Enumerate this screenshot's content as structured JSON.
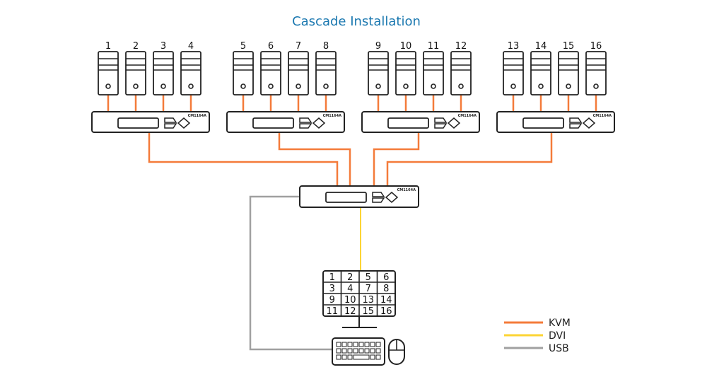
{
  "title": "Cascade Installation",
  "colors": {
    "kvm": "#f47b3a",
    "dvi": "#fcd434",
    "usb": "#a0a0a0",
    "title": "#1b78b0"
  },
  "switch_model": "CM1164A",
  "switch_groups": [
    {
      "computers": [
        "1",
        "2",
        "3",
        "4"
      ]
    },
    {
      "computers": [
        "5",
        "6",
        "7",
        "8"
      ]
    },
    {
      "computers": [
        "9",
        "10",
        "11",
        "12"
      ]
    },
    {
      "computers": [
        "13",
        "14",
        "15",
        "16"
      ]
    }
  ],
  "monitor_grid": [
    [
      "1",
      "2",
      "5",
      "6"
    ],
    [
      "3",
      "4",
      "7",
      "8"
    ],
    [
      "9",
      "10",
      "13",
      "14"
    ],
    [
      "11",
      "12",
      "15",
      "16"
    ]
  ],
  "legend": [
    {
      "label": "KVM",
      "key": "kvm"
    },
    {
      "label": "DVI",
      "key": "dvi"
    },
    {
      "label": "USB",
      "key": "usb"
    }
  ]
}
